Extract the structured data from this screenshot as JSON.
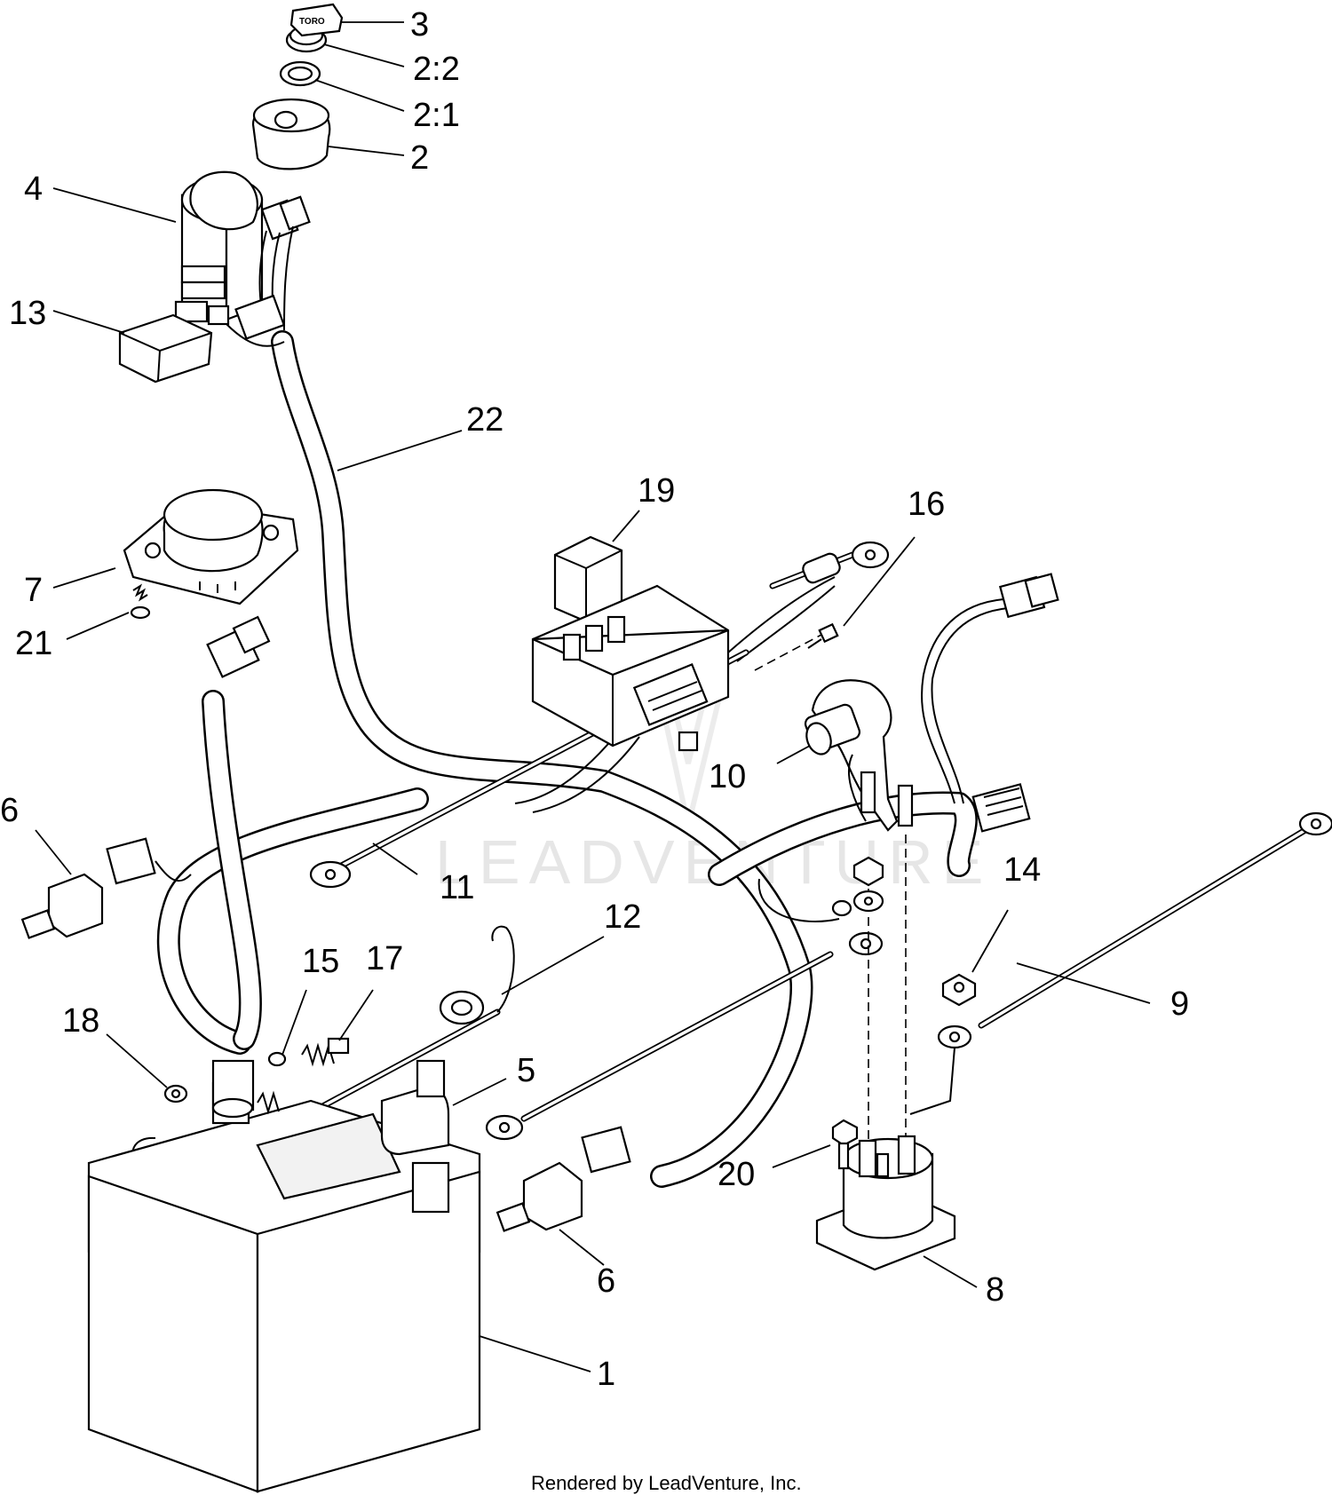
{
  "diagram": {
    "callouts": [
      {
        "id": "c3",
        "label": "3"
      },
      {
        "id": "c2-2",
        "label": "2:2"
      },
      {
        "id": "c2-1",
        "label": "2:1"
      },
      {
        "id": "c2",
        "label": "2"
      },
      {
        "id": "c4",
        "label": "4"
      },
      {
        "id": "c13",
        "label": "13"
      },
      {
        "id": "c22",
        "label": "22"
      },
      {
        "id": "c19",
        "label": "19"
      },
      {
        "id": "c16",
        "label": "16"
      },
      {
        "id": "c7",
        "label": "7"
      },
      {
        "id": "c21",
        "label": "21"
      },
      {
        "id": "c10",
        "label": "10"
      },
      {
        "id": "c6a",
        "label": "6"
      },
      {
        "id": "c11",
        "label": "11"
      },
      {
        "id": "c14",
        "label": "14"
      },
      {
        "id": "c12",
        "label": "12"
      },
      {
        "id": "c15",
        "label": "15"
      },
      {
        "id": "c17",
        "label": "17"
      },
      {
        "id": "c9",
        "label": "9"
      },
      {
        "id": "c18",
        "label": "18"
      },
      {
        "id": "c5",
        "label": "5"
      },
      {
        "id": "c20",
        "label": "20"
      },
      {
        "id": "c6b",
        "label": "6"
      },
      {
        "id": "c8",
        "label": "8"
      },
      {
        "id": "c1",
        "label": "1"
      }
    ],
    "key_brand": "TORO",
    "watermark": "LEADVENTURE",
    "credit": "Rendered by LeadVenture, Inc."
  }
}
